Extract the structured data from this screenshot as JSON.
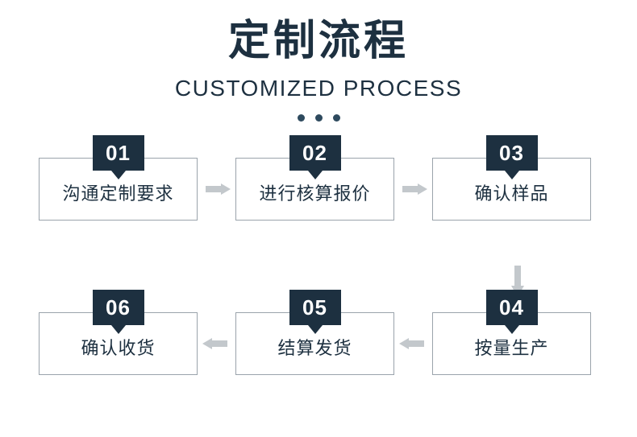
{
  "header": {
    "title_cn": "定制流程",
    "title_en": "CUSTOMIZED PROCESS",
    "dot_count": 3,
    "accent_color": "#1d3040"
  },
  "flow": {
    "rows": [
      {
        "direction": "right",
        "steps": [
          {
            "number": "01",
            "label": "沟通定制要求"
          },
          {
            "number": "02",
            "label": "进行核算报价"
          },
          {
            "number": "03",
            "label": "确认样品"
          }
        ]
      },
      {
        "direction": "left",
        "steps": [
          {
            "number": "06",
            "label": "确认收货"
          },
          {
            "number": "05",
            "label": "结算发货"
          },
          {
            "number": "04",
            "label": "按量生产"
          }
        ]
      }
    ],
    "connector_color": "#c3c8cc",
    "border_color": "#9aa3ab"
  }
}
